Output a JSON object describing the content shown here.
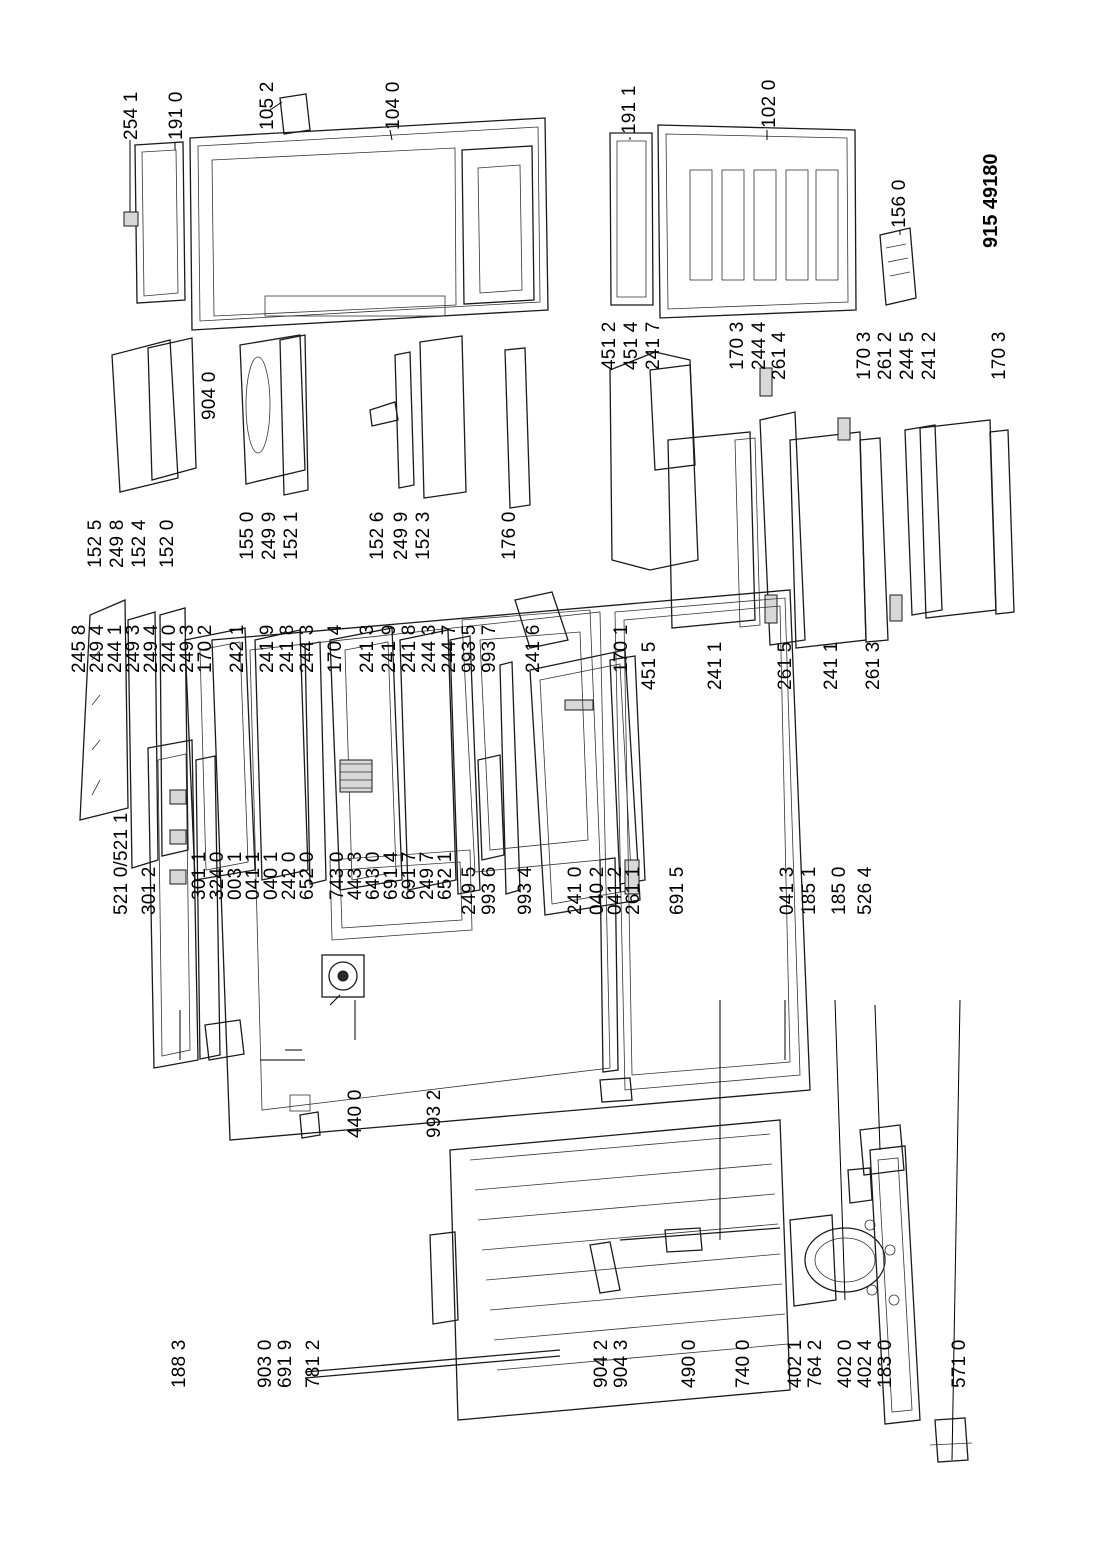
{
  "doc_number": "915 49180",
  "labels": {
    "l2541": "254 1",
    "l1910": "191 0",
    "l1052": "105 2",
    "l1040": "104 0",
    "l1911": "191 1",
    "l1020": "102 0",
    "l1560": "156 0",
    "l1525": "152 5",
    "l2498a": "249 8",
    "l1524": "152 4",
    "l1520": "152 0",
    "l9040": "904 0",
    "l1550": "155 0",
    "l2499a": "249 9",
    "l1521": "152 1",
    "l1526": "152 6",
    "l2499b": "249 9",
    "l1523": "152 3",
    "l1760": "176 0",
    "l4512": "451 2",
    "l4514": "451 4",
    "l2417": "241 7",
    "l1703a": "170 3",
    "l2444": "244 4",
    "l2614": "261 4",
    "l1703b": "170 3",
    "l2612": "261 2",
    "l2445": "244 5",
    "l2412": "241 2",
    "l1703c": "170 3",
    "l4515": "451 5",
    "l2411a": "241 1",
    "l2615": "261 5",
    "l2411b": "241 1",
    "l2613": "261 3",
    "l2458": "245 8",
    "l2494a": "249 4",
    "l2441": "244 1",
    "l2493a": "249 3",
    "l2494b": "249 4",
    "l2440": "244 0",
    "l2493b": "249 3",
    "l1702": "170 2",
    "l2421": "242 1",
    "l2419a": "241 9",
    "l2418a": "241 8",
    "l2443a": "244 3",
    "l1704": "170 4",
    "l2413": "241 3",
    "l2419b": "241 9",
    "l2418b": "241 8",
    "l2443b": "244 3",
    "l2447": "244 7",
    "l9935": "993 5",
    "l9937": "993 7",
    "l2416": "241 6",
    "l1701": "170 1",
    "l5210": "521 0/521 1",
    "l3012": "301 2",
    "l3011": "301 1",
    "l3240": "324 0",
    "l0031": "003 1",
    "l0411a": "041 1",
    "l0401": "040 1",
    "l2420": "242 0",
    "l6520": "652 0",
    "l7430": "743 0",
    "l4433": "443 3",
    "l6430": "643 0",
    "l6914": "691 4",
    "l6917": "691 7",
    "l2497": "249 7",
    "l6521": "652 1",
    "l2495": "249 5",
    "l9936": "993 6",
    "l9934": "993 4",
    "l2410": "241 0",
    "l0402": "040 2",
    "l0412": "041 2",
    "l2611": "261 1",
    "l6915": "691 5",
    "l0413": "041 3",
    "l1851": "185 1",
    "l1850": "185 0",
    "l5264": "526 4",
    "l1883": "188 3",
    "l9030": "903 0",
    "l6919": "691 9",
    "l7812": "781 2",
    "l4400": "440 0",
    "l9932": "993 2",
    "l9042": "904 2",
    "l9043": "904 3",
    "l4900": "490 0",
    "l7400": "740 0",
    "l4021": "402 1",
    "l7642": "764 2",
    "l4020": "402 0",
    "l4024": "402 4",
    "l1830": "183 0",
    "l5710": "571 0"
  }
}
